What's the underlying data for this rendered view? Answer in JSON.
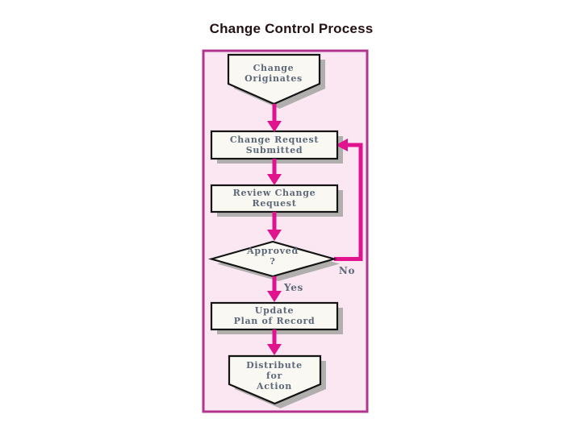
{
  "page": {
    "title": "Change Control Process"
  },
  "colors": {
    "page_bg": "#ffffff",
    "panel_bg": "#fae7f2",
    "panel_border": "#b1358e",
    "arrow": "#e0128e",
    "shape_fill": "#f9f8f2",
    "shape_border": "#141414",
    "shape_shadow": "#b0afad",
    "node_text": "#5d6878",
    "title_text": "#241113"
  },
  "flowchart": {
    "nodes": [
      {
        "id": "change-originates",
        "type": "pentagon-down",
        "label": "Change\nOriginates"
      },
      {
        "id": "change-request-submitted",
        "type": "rectangle",
        "label": "Change Request\nSubmitted"
      },
      {
        "id": "review-change-request",
        "type": "rectangle",
        "label": "Review Change\nRequest"
      },
      {
        "id": "approved-decision",
        "type": "diamond",
        "label": "Approved\n?"
      },
      {
        "id": "update-plan-of-record",
        "type": "rectangle",
        "label": "Update\nPlan of Record"
      },
      {
        "id": "distribute-for-action",
        "type": "pentagon-down",
        "label": "Distribute\nfor\nAction"
      }
    ],
    "edge_labels": {
      "yes": "Yes",
      "no": "No"
    }
  }
}
